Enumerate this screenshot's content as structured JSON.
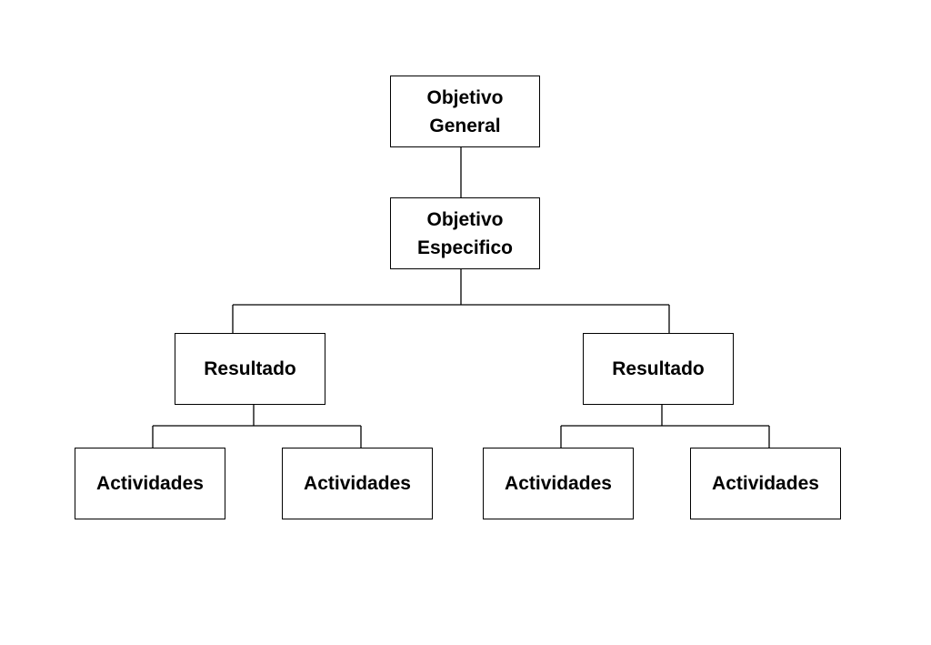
{
  "diagram": {
    "nodes": {
      "general_objective": {
        "line1": "Objetivo",
        "line2": "General"
      },
      "specific_objective": {
        "line1": "Objetivo",
        "line2": "Especifico"
      },
      "result_left": {
        "label": "Resultado"
      },
      "result_right": {
        "label": "Resultado"
      },
      "activity_1": {
        "label": "Actividades"
      },
      "activity_2": {
        "label": "Actividades"
      },
      "activity_3": {
        "label": "Actividades"
      },
      "activity_4": {
        "label": "Actividades"
      }
    },
    "colors": {
      "line": "#000000",
      "box_border": "#000000",
      "box_fill": "#ffffff",
      "text": "#000000"
    }
  }
}
